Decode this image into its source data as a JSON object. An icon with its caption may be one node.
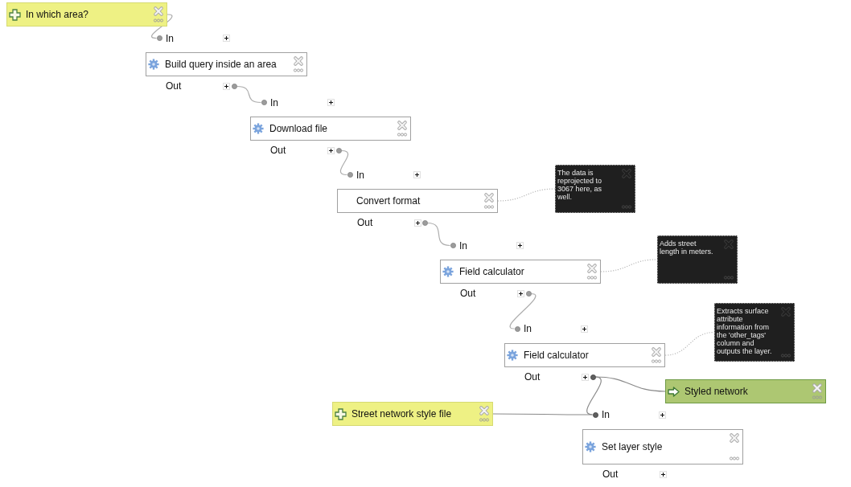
{
  "diagram": {
    "nodes": [
      {
        "text": [
          "In which area?"
        ]
      },
      {
        "text": [],
        "shape": "circle",
        "beside": [
          "In"
        ]
      },
      {
        "text": [
          "Build query inside an area"
        ],
        "beside": [
          "Out"
        ]
      },
      {
        "text": [],
        "shape": "circle"
      },
      {
        "text": [],
        "shape": "circle",
        "beside": [
          "In"
        ]
      },
      {
        "text": [
          "Download file"
        ],
        "beside": [
          "Out"
        ]
      },
      {
        "text": [],
        "shape": "circle"
      },
      {
        "text": [],
        "shape": "circle",
        "beside": [
          "In"
        ]
      },
      {
        "text": [
          "Convert format"
        ],
        "beside": [
          "Out"
        ]
      },
      {
        "text": [
          "The data is reprojected to 3067 here, as well."
        ]
      },
      {
        "text": [],
        "shape": "circle"
      },
      {
        "text": [],
        "shape": "circle",
        "beside": [
          "In"
        ]
      },
      {
        "text": [
          "Field calculator"
        ],
        "beside": [
          "Out"
        ]
      },
      {
        "text": [
          "Adds street length in meters."
        ]
      },
      {
        "text": [],
        "shape": "circle"
      },
      {
        "text": [],
        "shape": "circle",
        "beside": [
          "In"
        ]
      },
      {
        "text": [
          "Field calculator"
        ],
        "beside": [
          "Out"
        ]
      },
      {
        "text": [
          "Extracts surface attribute information from the 'other_tags' column and outputs the layer."
        ]
      },
      {
        "text": [],
        "shape": "circle"
      },
      {
        "text": [
          "Styled network"
        ]
      },
      {
        "text": [
          "Street network style file"
        ]
      },
      {
        "text": [],
        "shape": "circle",
        "beside": [
          "In"
        ]
      },
      {
        "text": [
          "Set layer style"
        ],
        "beside": [
          "Out"
        ]
      }
    ],
    "edges": [
      {
        "from": 0,
        "to": 1,
        "arrow": "none"
      },
      {
        "from": 3,
        "to": 4,
        "arrow": "none"
      },
      {
        "from": 6,
        "to": 7,
        "arrow": "none"
      },
      {
        "from": 8,
        "to": 9,
        "arrow": "none",
        "style": "dashed"
      },
      {
        "from": 10,
        "to": 11,
        "arrow": "none"
      },
      {
        "from": 12,
        "to": 13,
        "arrow": "none",
        "style": "dashed"
      },
      {
        "from": 14,
        "to": 15,
        "arrow": "none"
      },
      {
        "from": 16,
        "to": 17,
        "arrow": "none",
        "style": "dashed"
      },
      {
        "from": 18,
        "to": 19,
        "arrow": "none",
        "color": "#8a8a8a"
      },
      {
        "from": 18,
        "to": 21,
        "arrow": "none",
        "color": "#8a8a8a"
      },
      {
        "from": 20,
        "to": 21,
        "arrow": "none",
        "color": "#8a8a8a"
      }
    ]
  }
}
